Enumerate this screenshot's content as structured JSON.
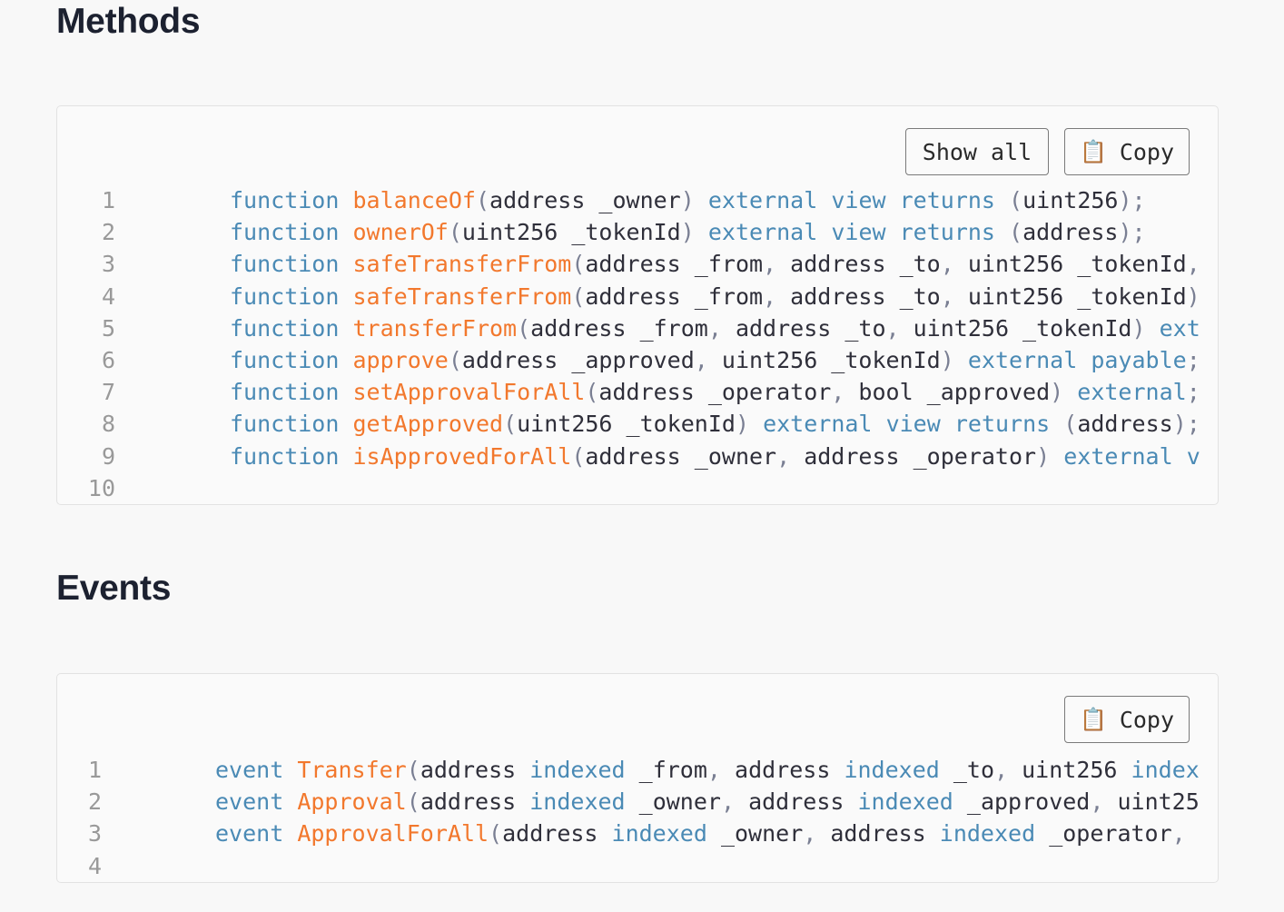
{
  "methods": {
    "title": "Methods",
    "show_all_label": "Show all",
    "copy_label": "Copy",
    "lines": [
      {
        "num": "1",
        "tokens": [
          {
            "t": "kw",
            "v": "function"
          },
          {
            "t": "sp",
            "v": " "
          },
          {
            "t": "fn",
            "v": "balanceOf"
          },
          {
            "t": "pn",
            "v": "("
          },
          {
            "t": "tx",
            "v": "address _owner"
          },
          {
            "t": "pn",
            "v": ")"
          },
          {
            "t": "sp",
            "v": " "
          },
          {
            "t": "kw",
            "v": "external"
          },
          {
            "t": "sp",
            "v": " "
          },
          {
            "t": "kw",
            "v": "view"
          },
          {
            "t": "sp",
            "v": " "
          },
          {
            "t": "kw",
            "v": "returns"
          },
          {
            "t": "sp",
            "v": " "
          },
          {
            "t": "pn",
            "v": "("
          },
          {
            "t": "tx",
            "v": "uint256"
          },
          {
            "t": "pn",
            "v": ");"
          }
        ]
      },
      {
        "num": "2",
        "tokens": [
          {
            "t": "kw",
            "v": "function"
          },
          {
            "t": "sp",
            "v": " "
          },
          {
            "t": "fn",
            "v": "ownerOf"
          },
          {
            "t": "pn",
            "v": "("
          },
          {
            "t": "tx",
            "v": "uint256 _tokenId"
          },
          {
            "t": "pn",
            "v": ")"
          },
          {
            "t": "sp",
            "v": " "
          },
          {
            "t": "kw",
            "v": "external"
          },
          {
            "t": "sp",
            "v": " "
          },
          {
            "t": "kw",
            "v": "view"
          },
          {
            "t": "sp",
            "v": " "
          },
          {
            "t": "kw",
            "v": "returns"
          },
          {
            "t": "sp",
            "v": " "
          },
          {
            "t": "pn",
            "v": "("
          },
          {
            "t": "tx",
            "v": "address"
          },
          {
            "t": "pn",
            "v": ");"
          }
        ]
      },
      {
        "num": "3",
        "tokens": [
          {
            "t": "kw",
            "v": "function"
          },
          {
            "t": "sp",
            "v": " "
          },
          {
            "t": "fn",
            "v": "safeTransferFrom"
          },
          {
            "t": "pn",
            "v": "("
          },
          {
            "t": "tx",
            "v": "address _from"
          },
          {
            "t": "pn",
            "v": ","
          },
          {
            "t": "tx",
            "v": " address _to"
          },
          {
            "t": "pn",
            "v": ","
          },
          {
            "t": "tx",
            "v": " uint256 _tokenId"
          },
          {
            "t": "pn",
            "v": ","
          }
        ]
      },
      {
        "num": "4",
        "tokens": [
          {
            "t": "kw",
            "v": "function"
          },
          {
            "t": "sp",
            "v": " "
          },
          {
            "t": "fn",
            "v": "safeTransferFrom"
          },
          {
            "t": "pn",
            "v": "("
          },
          {
            "t": "tx",
            "v": "address _from"
          },
          {
            "t": "pn",
            "v": ","
          },
          {
            "t": "tx",
            "v": " address _to"
          },
          {
            "t": "pn",
            "v": ","
          },
          {
            "t": "tx",
            "v": " uint256 _tokenId"
          },
          {
            "t": "pn",
            "v": ")"
          }
        ]
      },
      {
        "num": "5",
        "tokens": [
          {
            "t": "kw",
            "v": "function"
          },
          {
            "t": "sp",
            "v": " "
          },
          {
            "t": "fn",
            "v": "transferFrom"
          },
          {
            "t": "pn",
            "v": "("
          },
          {
            "t": "tx",
            "v": "address _from"
          },
          {
            "t": "pn",
            "v": ","
          },
          {
            "t": "tx",
            "v": " address _to"
          },
          {
            "t": "pn",
            "v": ","
          },
          {
            "t": "tx",
            "v": " uint256 _tokenId"
          },
          {
            "t": "pn",
            "v": ")"
          },
          {
            "t": "sp",
            "v": " "
          },
          {
            "t": "kw",
            "v": "ext"
          }
        ]
      },
      {
        "num": "6",
        "tokens": [
          {
            "t": "kw",
            "v": "function"
          },
          {
            "t": "sp",
            "v": " "
          },
          {
            "t": "fn",
            "v": "approve"
          },
          {
            "t": "pn",
            "v": "("
          },
          {
            "t": "tx",
            "v": "address _approved"
          },
          {
            "t": "pn",
            "v": ","
          },
          {
            "t": "tx",
            "v": " uint256 _tokenId"
          },
          {
            "t": "pn",
            "v": ")"
          },
          {
            "t": "sp",
            "v": " "
          },
          {
            "t": "kw",
            "v": "external"
          },
          {
            "t": "sp",
            "v": " "
          },
          {
            "t": "kw",
            "v": "payable"
          },
          {
            "t": "pn",
            "v": ";"
          }
        ]
      },
      {
        "num": "7",
        "tokens": [
          {
            "t": "kw",
            "v": "function"
          },
          {
            "t": "sp",
            "v": " "
          },
          {
            "t": "fn",
            "v": "setApprovalForAll"
          },
          {
            "t": "pn",
            "v": "("
          },
          {
            "t": "tx",
            "v": "address _operator"
          },
          {
            "t": "pn",
            "v": ","
          },
          {
            "t": "tx",
            "v": " bool _approved"
          },
          {
            "t": "pn",
            "v": ")"
          },
          {
            "t": "sp",
            "v": " "
          },
          {
            "t": "kw",
            "v": "external"
          },
          {
            "t": "pn",
            "v": ";"
          }
        ]
      },
      {
        "num": "8",
        "tokens": [
          {
            "t": "kw",
            "v": "function"
          },
          {
            "t": "sp",
            "v": " "
          },
          {
            "t": "fn",
            "v": "getApproved"
          },
          {
            "t": "pn",
            "v": "("
          },
          {
            "t": "tx",
            "v": "uint256 _tokenId"
          },
          {
            "t": "pn",
            "v": ")"
          },
          {
            "t": "sp",
            "v": " "
          },
          {
            "t": "kw",
            "v": "external"
          },
          {
            "t": "sp",
            "v": " "
          },
          {
            "t": "kw",
            "v": "view"
          },
          {
            "t": "sp",
            "v": " "
          },
          {
            "t": "kw",
            "v": "returns"
          },
          {
            "t": "sp",
            "v": " "
          },
          {
            "t": "pn",
            "v": "("
          },
          {
            "t": "tx",
            "v": "address"
          },
          {
            "t": "pn",
            "v": ");"
          }
        ]
      },
      {
        "num": "9",
        "tokens": [
          {
            "t": "kw",
            "v": "function"
          },
          {
            "t": "sp",
            "v": " "
          },
          {
            "t": "fn",
            "v": "isApprovedForAll"
          },
          {
            "t": "pn",
            "v": "("
          },
          {
            "t": "tx",
            "v": "address _owner"
          },
          {
            "t": "pn",
            "v": ","
          },
          {
            "t": "tx",
            "v": " address _operator"
          },
          {
            "t": "pn",
            "v": ")"
          },
          {
            "t": "sp",
            "v": " "
          },
          {
            "t": "kw",
            "v": "external"
          },
          {
            "t": "sp",
            "v": " "
          },
          {
            "t": "kw",
            "v": "v"
          }
        ]
      },
      {
        "num": "10",
        "tokens": []
      }
    ]
  },
  "events": {
    "title": "Events",
    "copy_label": "Copy",
    "lines": [
      {
        "num": "1",
        "tokens": [
          {
            "t": "kw",
            "v": "event"
          },
          {
            "t": "sp",
            "v": " "
          },
          {
            "t": "fn",
            "v": "Transfer"
          },
          {
            "t": "pn",
            "v": "("
          },
          {
            "t": "tx",
            "v": "address "
          },
          {
            "t": "kw",
            "v": "indexed"
          },
          {
            "t": "tx",
            "v": " _from"
          },
          {
            "t": "pn",
            "v": ","
          },
          {
            "t": "tx",
            "v": " address "
          },
          {
            "t": "kw",
            "v": "indexed"
          },
          {
            "t": "tx",
            "v": " _to"
          },
          {
            "t": "pn",
            "v": ","
          },
          {
            "t": "tx",
            "v": " uint256 "
          },
          {
            "t": "kw",
            "v": "index"
          }
        ]
      },
      {
        "num": "2",
        "tokens": [
          {
            "t": "kw",
            "v": "event"
          },
          {
            "t": "sp",
            "v": " "
          },
          {
            "t": "fn",
            "v": "Approval"
          },
          {
            "t": "pn",
            "v": "("
          },
          {
            "t": "tx",
            "v": "address "
          },
          {
            "t": "kw",
            "v": "indexed"
          },
          {
            "t": "tx",
            "v": " _owner"
          },
          {
            "t": "pn",
            "v": ","
          },
          {
            "t": "tx",
            "v": " address "
          },
          {
            "t": "kw",
            "v": "indexed"
          },
          {
            "t": "tx",
            "v": " _approved"
          },
          {
            "t": "pn",
            "v": ","
          },
          {
            "t": "tx",
            "v": " uint25"
          }
        ]
      },
      {
        "num": "3",
        "tokens": [
          {
            "t": "kw",
            "v": "event"
          },
          {
            "t": "sp",
            "v": " "
          },
          {
            "t": "fn",
            "v": "ApprovalForAll"
          },
          {
            "t": "pn",
            "v": "("
          },
          {
            "t": "tx",
            "v": "address "
          },
          {
            "t": "kw",
            "v": "indexed"
          },
          {
            "t": "tx",
            "v": " _owner"
          },
          {
            "t": "pn",
            "v": ","
          },
          {
            "t": "tx",
            "v": " address "
          },
          {
            "t": "kw",
            "v": "indexed"
          },
          {
            "t": "tx",
            "v": " _operator"
          },
          {
            "t": "pn",
            "v": ","
          }
        ]
      },
      {
        "num": "4",
        "tokens": []
      }
    ]
  },
  "icons": {
    "copy": "clipboard-icon"
  },
  "colors": {
    "keyword": "#4a8ab5",
    "function_name": "#f2782d",
    "text": "#2f2f3a",
    "line_number": "#999999"
  }
}
